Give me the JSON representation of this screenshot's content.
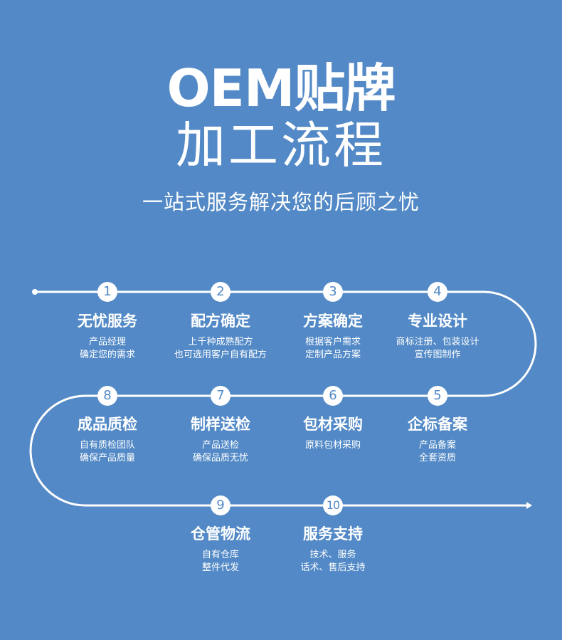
{
  "header": {
    "title_line1": "OEM贴牌",
    "title_line2": "加工流程",
    "subtitle": "一站式服务解决您的后顾之忧"
  },
  "steps": [
    {
      "num": "1",
      "title": "无忧服务",
      "desc1": "产品经理",
      "desc2": "确定您的需求"
    },
    {
      "num": "2",
      "title": "配方确定",
      "desc1": "上千种成熟配方",
      "desc2": "也可选用客户自有配方"
    },
    {
      "num": "3",
      "title": "方案确定",
      "desc1": "根据客户需求",
      "desc2": "定制产品方案"
    },
    {
      "num": "4",
      "title": "专业设计",
      "desc1": "商标注册、包装设计",
      "desc2": "宣传图制作"
    },
    {
      "num": "5",
      "title": "企标备案",
      "desc1": "产品备案",
      "desc2": "全套资质"
    },
    {
      "num": "6",
      "title": "包材采购",
      "desc1": "原料包材采购",
      "desc2": ""
    },
    {
      "num": "7",
      "title": "制样送检",
      "desc1": "产品送检",
      "desc2": "确保品质无忧"
    },
    {
      "num": "8",
      "title": "成品质检",
      "desc1": "自有质检团队",
      "desc2": "确保产品质量"
    },
    {
      "num": "9",
      "title": "仓管物流",
      "desc1": "自有仓库",
      "desc2": "整件代发"
    },
    {
      "num": "10",
      "title": "服务支持",
      "desc1": "技术、服务",
      "desc2": "话术、售后支持"
    }
  ],
  "colors": {
    "background": "#5289c6",
    "line": "#ffffff",
    "node_text": "#5289c6"
  }
}
